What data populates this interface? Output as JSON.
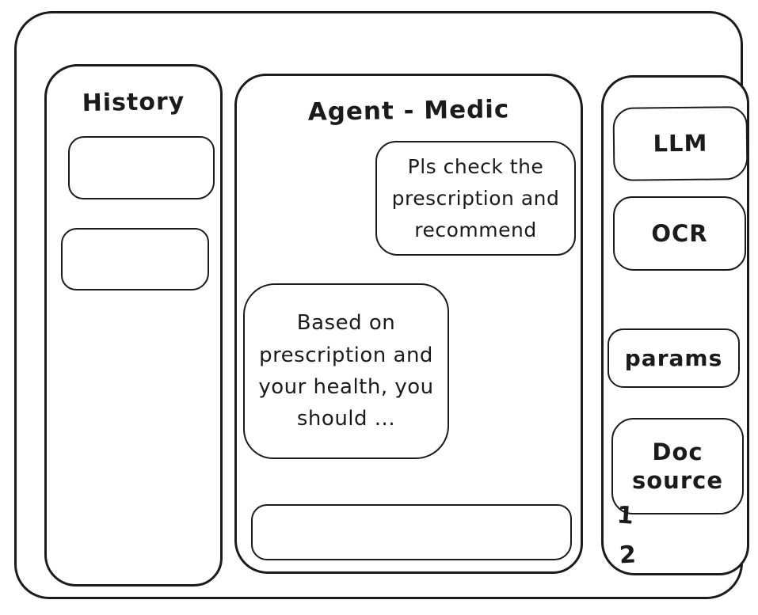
{
  "app": {
    "title": "Agent - Medic"
  },
  "sidebar_left": {
    "title": "History",
    "items": [
      {
        "label": ""
      },
      {
        "label": ""
      }
    ]
  },
  "chat": {
    "title": "Agent - Medic",
    "messages": [
      {
        "role": "user",
        "text": "Pls check the prescription and recommend"
      },
      {
        "role": "agent",
        "text": "Based on prescription and your health, you should ..."
      }
    ],
    "input": {
      "value": "",
      "placeholder": ""
    }
  },
  "sidebar_right": {
    "buttons": [
      {
        "label": "LLM"
      },
      {
        "label": "OCR"
      },
      {
        "label": "params"
      },
      {
        "label": "Doc source"
      }
    ],
    "doc_source_items": [
      "1",
      "2"
    ]
  },
  "colors": {
    "stroke": "#1b1b1b",
    "background": "#ffffff"
  }
}
